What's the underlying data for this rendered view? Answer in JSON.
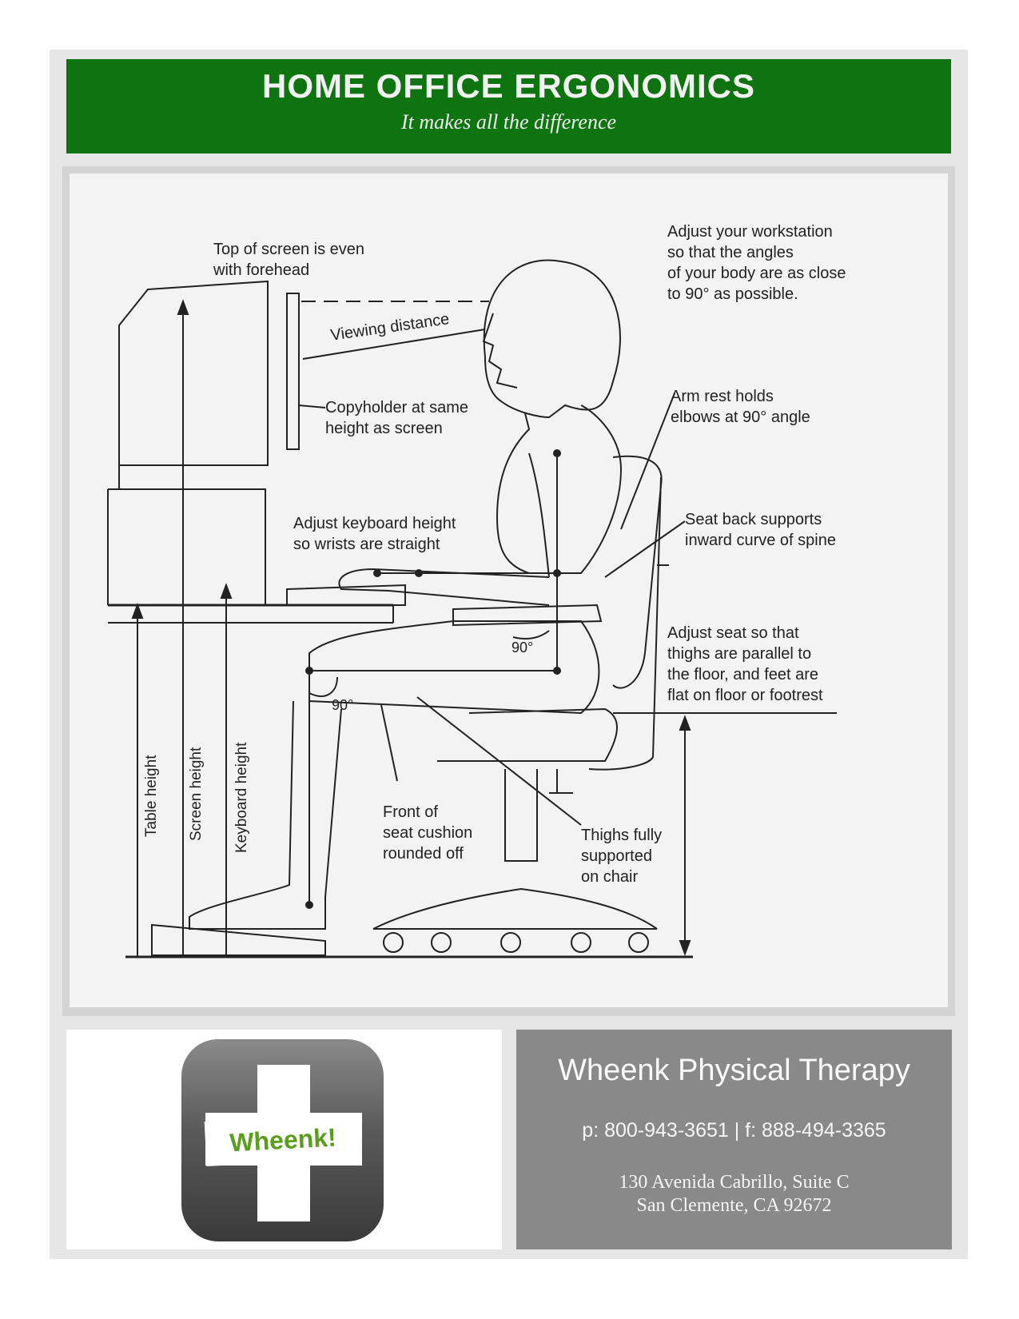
{
  "header": {
    "title": "HOME OFFICE ERGONOMICS",
    "subtitle": "It makes all the difference"
  },
  "diagram": {
    "labels": {
      "top_of_screen": "Top of screen is even\nwith forehead",
      "viewing_distance": "Viewing distance",
      "copyholder": "Copyholder at same\nheight as screen",
      "keyboard": "Adjust keyboard height\nso wrists are straight",
      "workstation_angles": "Adjust your workstation\nso that the angles\nof your body are as close\nto 90° as possible.",
      "arm_rest": "Arm rest holds\nelbows at 90° angle",
      "seat_back": "Seat back supports\ninward curve of spine",
      "adjust_seat": "Adjust seat so that\nthighs are parallel to\nthe floor, and feet are\nflat on floor or footrest",
      "front_seat": "Front of\nseat cushion\nrounded off",
      "thighs": "Thighs fully\nsupported\non chair",
      "angle_knee": "90°",
      "angle_hip": "90°",
      "table_height": "Table height",
      "screen_height": "Screen height",
      "keyboard_height": "Keyboard height"
    }
  },
  "logo": {
    "text": "Wheenk!",
    "colors": {
      "green": "#5a9e1c",
      "icon_dark": "#3a3a3a"
    }
  },
  "contact": {
    "name": "Wheenk Physical Therapy",
    "phone_line": "p: 800-943-3651 | f: 888-494-3365",
    "address_line1": "130 Avenida Cabrillo, Suite C",
    "address_line2": "San Clemente, CA 92672"
  },
  "colors": {
    "banner_green": "#0e7410",
    "info_gray": "#898989",
    "frame_gray": "#e6e6e6"
  }
}
